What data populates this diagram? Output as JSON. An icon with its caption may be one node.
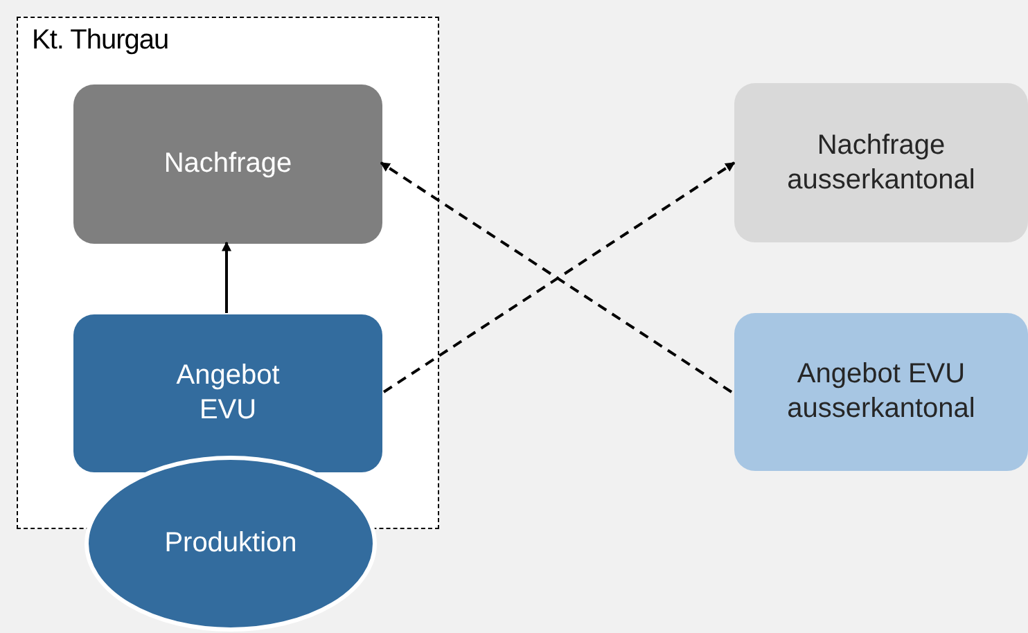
{
  "diagram": {
    "nodes": [
      {
        "text": [
          "Kt. Thurgau"
        ]
      },
      {
        "text": [
          "Nachfrage"
        ],
        "in": 0
      },
      {
        "text": [
          "Angebot EVU"
        ],
        "in": 0
      },
      {
        "text": [
          "Produktion"
        ]
      },
      {
        "text": [
          "Nachfrage ausserkantonal"
        ]
      },
      {
        "text": [
          "Angebot EVU ausserkantonal"
        ]
      }
    ],
    "edges": [
      {
        "from": 2,
        "to": 1,
        "arrow": "to"
      },
      {
        "from": 2,
        "to": 4,
        "arrow": "to",
        "style": "dashed"
      },
      {
        "from": 5,
        "to": 1,
        "arrow": "to",
        "style": "dashed"
      }
    ]
  }
}
